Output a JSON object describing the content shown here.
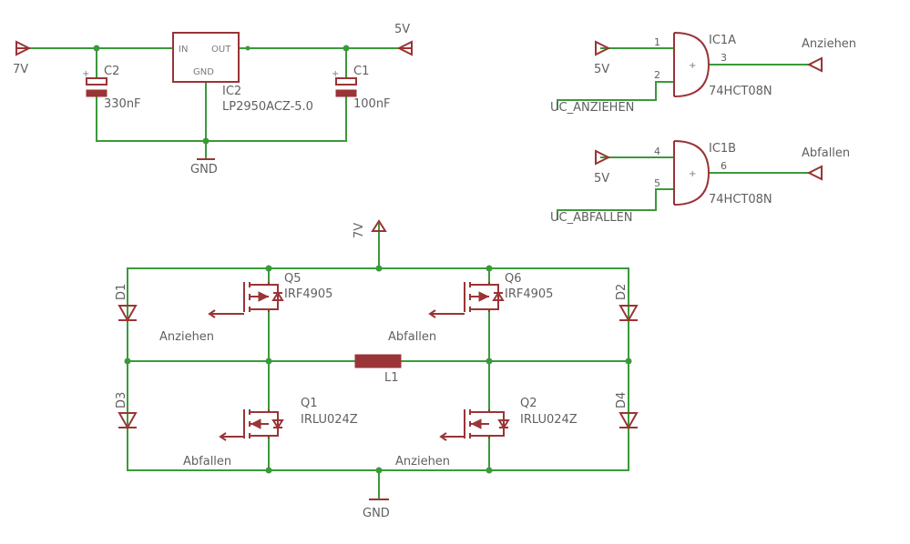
{
  "regulator": {
    "ref": "IC2",
    "part": "LP2950ACZ-5.0",
    "pin_in": "IN",
    "pin_out": "OUT",
    "pin_gnd": "GND",
    "input_supply": "7V",
    "output_supply": "5V",
    "ground": "GND",
    "cap_in_ref": "C2",
    "cap_in_value": "330nF",
    "cap_out_ref": "C1",
    "cap_out_value": "100nF"
  },
  "gate_a": {
    "ref": "IC1A",
    "part": "74HCT08N",
    "pin1": "1",
    "pin2": "2",
    "pin3": "3",
    "supply": "5V",
    "input_net": "UC_ANZIEHEN",
    "output_net": "Anziehen",
    "plus": "+"
  },
  "gate_b": {
    "ref": "IC1B",
    "part": "74HCT08N",
    "pin1": "4",
    "pin2": "5",
    "pin3": "6",
    "supply": "5V",
    "input_net": "UC_ABFALLEN",
    "output_net": "Abfallen",
    "plus": "+"
  },
  "bridge": {
    "supply": "7V",
    "ground": "GND",
    "q5": {
      "ref": "Q5",
      "part": "IRF4905",
      "gate_net": "Anziehen"
    },
    "q6": {
      "ref": "Q6",
      "part": "IRF4905",
      "gate_net": "Abfallen"
    },
    "q1": {
      "ref": "Q1",
      "part": "IRLU024Z",
      "gate_net": "Abfallen"
    },
    "q2": {
      "ref": "Q2",
      "part": "IRLU024Z",
      "gate_net": "Anziehen"
    },
    "d1": "D1",
    "d2": "D2",
    "d3": "D3",
    "d4": "D4",
    "coil": "L1"
  }
}
